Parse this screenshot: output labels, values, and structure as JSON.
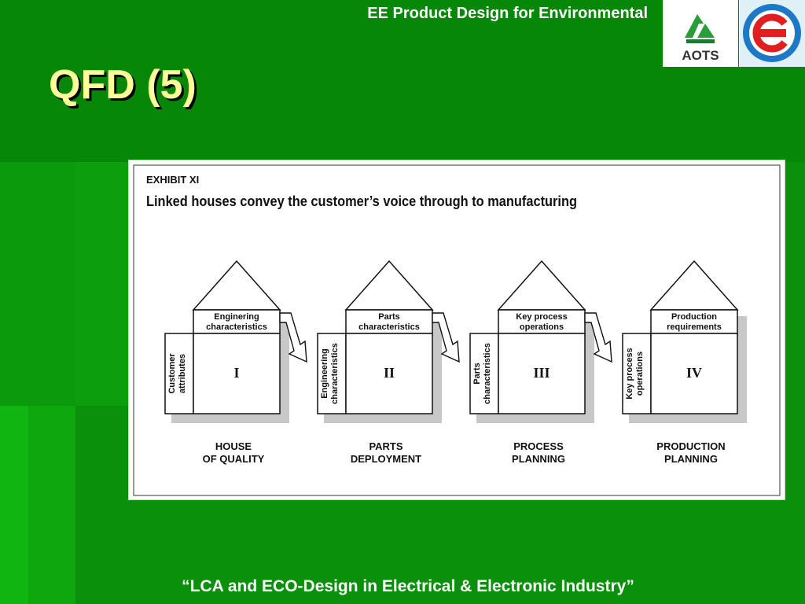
{
  "header": {
    "course_title": "EE Product Design for Environmental",
    "logos": [
      {
        "name": "aots-logo",
        "text": "AOTS"
      },
      {
        "name": "e-circle-logo",
        "text": ""
      }
    ]
  },
  "slide": {
    "title": "QFD (5)"
  },
  "exhibit": {
    "label": "EXHIBIT XI",
    "heading": "Linked houses convey the customer’s voice through to manufacturing",
    "houses": [
      {
        "roof_label": [
          "Enginering",
          "characteristics"
        ],
        "side_label": [
          "Customer",
          "attributes"
        ],
        "numeral": "I",
        "caption": [
          "HOUSE",
          "OF QUALITY"
        ]
      },
      {
        "roof_label": [
          "Parts",
          "characteristics"
        ],
        "side_label": [
          "Engineering",
          "characteristics"
        ],
        "numeral": "II",
        "caption": [
          "PARTS",
          "DEPLOYMENT"
        ]
      },
      {
        "roof_label": [
          "Key process",
          "operations"
        ],
        "side_label": [
          "Parts",
          "characteristics"
        ],
        "numeral": "III",
        "caption": [
          "PROCESS",
          "PLANNING"
        ]
      },
      {
        "roof_label": [
          "Production",
          "requirements"
        ],
        "side_label": [
          "Key process",
          "operations"
        ],
        "numeral": "IV",
        "caption": [
          "PRODUCTION",
          "PLANNING"
        ]
      }
    ]
  },
  "footer": {
    "text": "“LCA and ECO-Design in Electrical & Electronic Industry”"
  },
  "colors": {
    "background": "#0a8a0a",
    "title": "#ffff99",
    "aots_green": "#2a9d3a",
    "e_logo_blue": "#1e78c8",
    "e_logo_red": "#e02020"
  }
}
